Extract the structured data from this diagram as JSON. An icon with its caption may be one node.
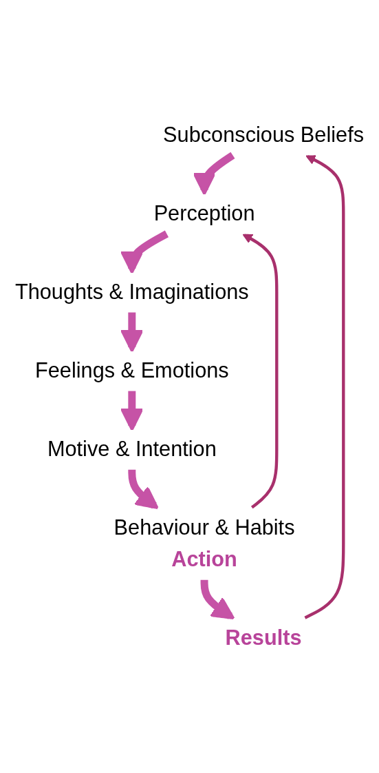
{
  "diagram": {
    "nodes": [
      {
        "text": [
          "Subconscious Beliefs"
        ]
      },
      {
        "text": [
          "Perception"
        ]
      },
      {
        "text": [
          "Thoughts & Imaginations"
        ]
      },
      {
        "text": [
          "Feelings & Emotions"
        ]
      },
      {
        "text": [
          "Motive & Intention"
        ]
      },
      {
        "text": [
          "Behaviour & Habits",
          "Action"
        ]
      },
      {
        "text": [
          "Results"
        ]
      }
    ],
    "edges": [
      {
        "from": 0,
        "to": 1,
        "arrow": "to"
      },
      {
        "from": 1,
        "to": 2,
        "arrow": "to"
      },
      {
        "from": 2,
        "to": 3,
        "arrow": "to"
      },
      {
        "from": 3,
        "to": 4,
        "arrow": "to"
      },
      {
        "from": 4,
        "to": 5,
        "arrow": "to"
      },
      {
        "from": 5,
        "to": 6,
        "arrow": "to"
      },
      {
        "from": 5,
        "to": 1,
        "arrow": "to",
        "color": "#a8306c"
      },
      {
        "from": 6,
        "to": 0,
        "arrow": "to",
        "color": "#a8306c"
      }
    ]
  }
}
